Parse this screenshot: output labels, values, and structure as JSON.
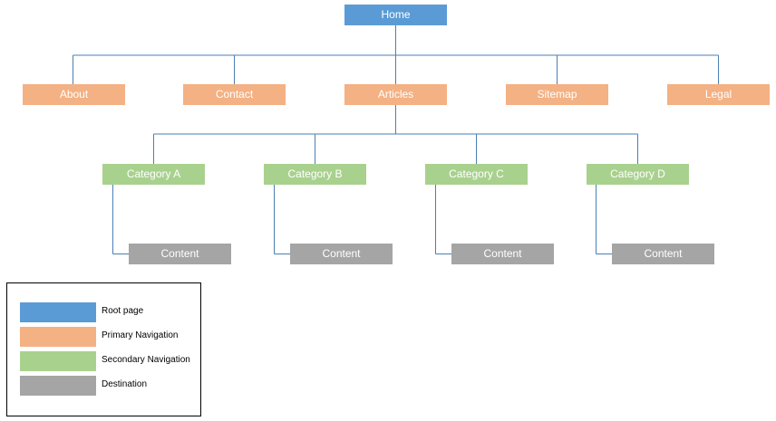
{
  "colors": {
    "root": "#5b9bd5",
    "primary": "#f4b183",
    "secondary": "#a9d18e",
    "destination": "#a5a5a5",
    "connector": "#4a7fb5"
  },
  "tree": {
    "root": {
      "label": "Home"
    },
    "primary": [
      {
        "label": "About"
      },
      {
        "label": "Contact"
      },
      {
        "label": "Articles"
      },
      {
        "label": "Sitemap"
      },
      {
        "label": "Legal"
      }
    ],
    "secondary": [
      {
        "label": "Category A"
      },
      {
        "label": "Category B"
      },
      {
        "label": "Category C"
      },
      {
        "label": "Category D"
      }
    ],
    "destinations": [
      {
        "label": "Content"
      },
      {
        "label": "Content"
      },
      {
        "label": "Content"
      },
      {
        "label": "Content"
      }
    ]
  },
  "legend": {
    "items": [
      {
        "label": "Root page",
        "color": "#5b9bd5"
      },
      {
        "label": "Primary Navigation",
        "color": "#f4b183"
      },
      {
        "label": "Secondary Navigation",
        "color": "#a9d18e"
      },
      {
        "label": "Destination",
        "color": "#a5a5a5"
      }
    ]
  }
}
